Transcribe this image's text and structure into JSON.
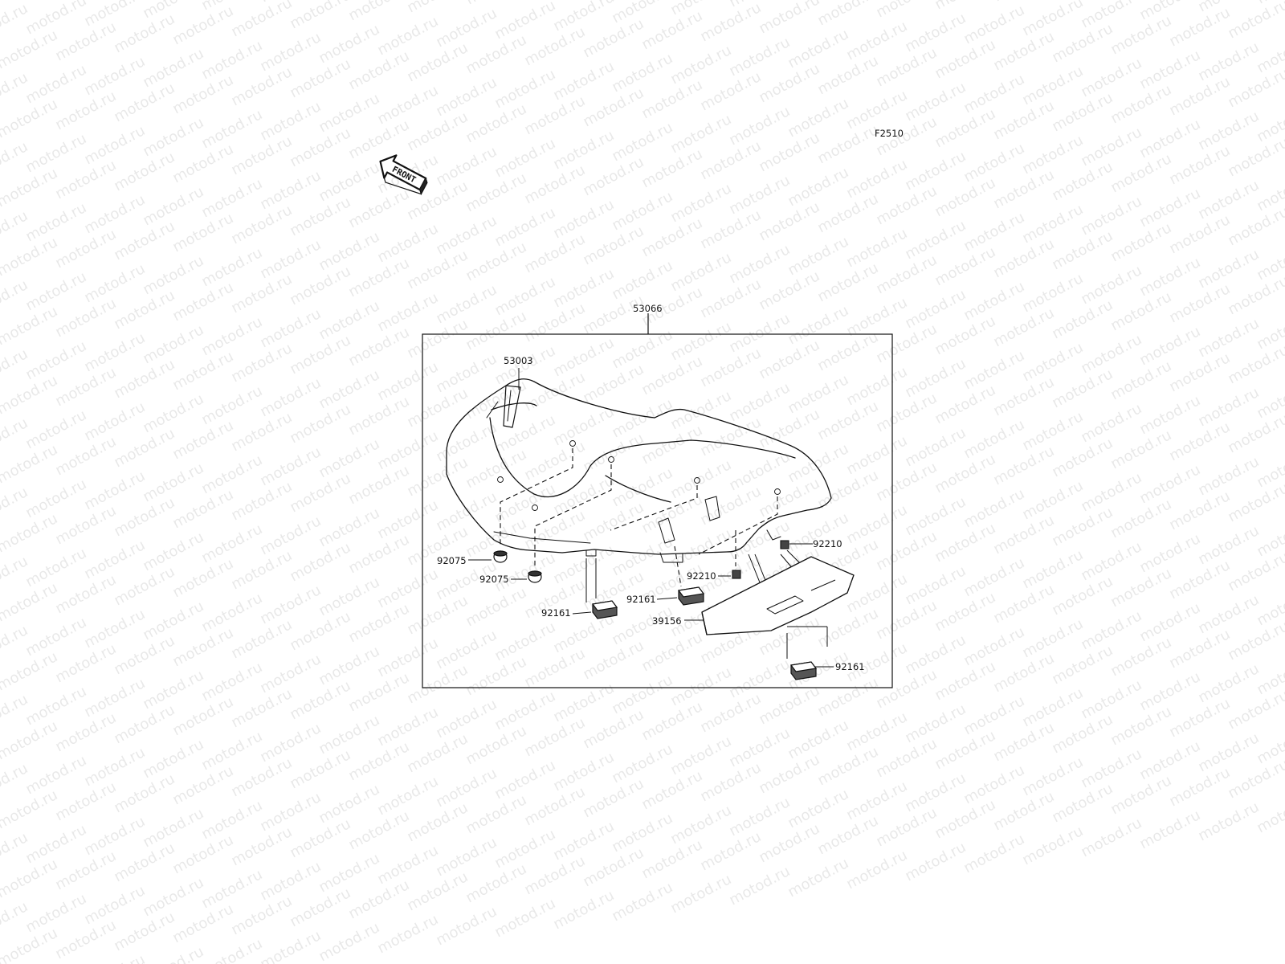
{
  "diagram": {
    "figure_code": "F2510",
    "direction_arrow_text": "FRONT",
    "watermark_text": "motod.ru",
    "parts": {
      "seat_assembly": "53066",
      "seat_base": "53003",
      "damper_left": "92075",
      "damper_right": "92075",
      "nut_upper": "92210",
      "nut_lower": "92210",
      "clip_left": "92161",
      "clip_mid": "92161",
      "clip_right": "92161",
      "tray": "39156"
    }
  }
}
